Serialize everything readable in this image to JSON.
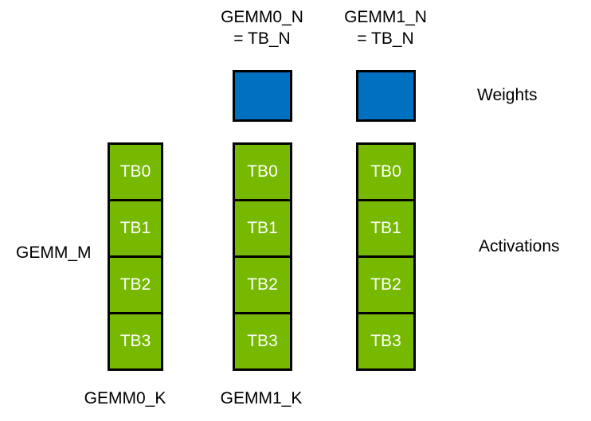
{
  "colors": {
    "background": "#FFFFFF",
    "nvidia_green": "#76B900",
    "weights_blue": "#0070C0",
    "border_black": "#000000",
    "label_text": "#000000",
    "cell_text": "#FFFFFF"
  },
  "top_labels": [
    {
      "line1": "GEMM0_N",
      "line2": "= TB_N"
    },
    {
      "line1": "GEMM1_N",
      "line2": "= TB_N"
    }
  ],
  "left_label": "GEMM_M",
  "right_labels": {
    "weights": "Weights",
    "activations": "Activations"
  },
  "bottom_labels": [
    "GEMM0_K",
    "GEMM1_K"
  ],
  "columns": [
    {
      "cells": [
        "TB0",
        "TB1",
        "TB2",
        "TB3"
      ]
    },
    {
      "cells": [
        "TB0",
        "TB1",
        "TB2",
        "TB3"
      ]
    },
    {
      "cells": [
        "TB0",
        "TB1",
        "TB2",
        "TB3"
      ]
    }
  ]
}
